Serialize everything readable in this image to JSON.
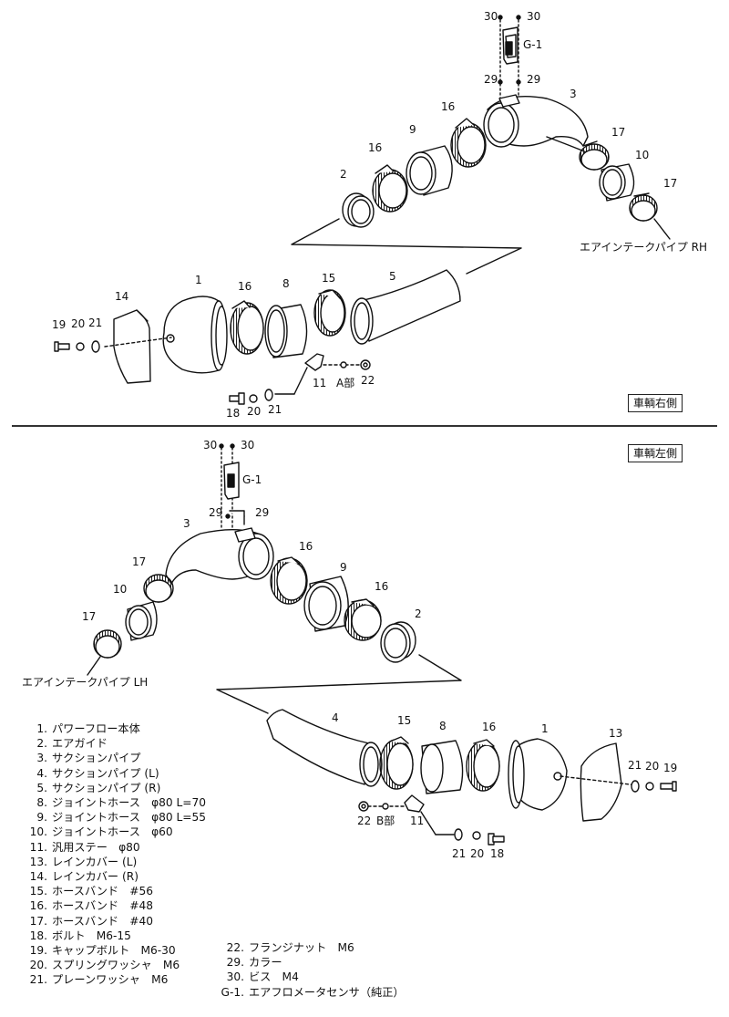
{
  "top_section": {
    "side_label": "車輌右側",
    "pipe_label": "エアインテークパイプ RH",
    "detail_label": "A部",
    "labels": {
      "screw_l": "30",
      "screw_r": "30",
      "sensor": "G-1",
      "collar_l": "29",
      "collar_r": "29",
      "suction": "3",
      "band16a": "16",
      "joint9": "9",
      "band16b": "16",
      "guide": "2",
      "band17a": "17",
      "joint10": "10",
      "band17b": "17",
      "filter": "1",
      "band16c": "16",
      "joint8": "8",
      "band15": "15",
      "suction5": "5",
      "cover": "14",
      "bolt19": "19",
      "washer20": "20",
      "washer21": "21",
      "stay": "11",
      "nut22": "22",
      "bolt18": "18",
      "washer20b": "20",
      "washer21b": "21"
    }
  },
  "bottom_section": {
    "side_label": "車輌左側",
    "pipe_label": "エアインテークパイプ LH",
    "detail_label": "B部",
    "labels": {
      "screw_l": "30",
      "screw_r": "30",
      "sensor": "G-1",
      "collar_l": "29",
      "collar_r": "29",
      "suction": "3",
      "band17a": "17",
      "joint10": "10",
      "band17b": "17",
      "band16a": "16",
      "joint9": "9",
      "band16b": "16",
      "guide": "2",
      "suction4": "4",
      "band15": "15",
      "joint8": "8",
      "band16c": "16",
      "filter": "1",
      "cover": "13",
      "washer21": "21",
      "washer20": "20",
      "bolt19": "19",
      "nut22": "22",
      "stay": "11",
      "washer21b": "21",
      "washer20b": "20",
      "bolt18": "18"
    }
  },
  "parts_list": [
    {
      "num": "1.",
      "name": "パワーフロー本体"
    },
    {
      "num": "2.",
      "name": "エアガイド"
    },
    {
      "num": "3.",
      "name": "サクションパイプ"
    },
    {
      "num": "4.",
      "name": "サクションパイプ (L)"
    },
    {
      "num": "5.",
      "name": "サクションパイプ (R)"
    },
    {
      "num": "8.",
      "name": "ジョイントホース　φ80 L=70"
    },
    {
      "num": "9.",
      "name": "ジョイントホース　φ80 L=55"
    },
    {
      "num": "10.",
      "name": "ジョイントホース　φ60"
    },
    {
      "num": "11.",
      "name": "汎用ステー　φ80"
    },
    {
      "num": "13.",
      "name": "レインカバー (L)"
    },
    {
      "num": "14.",
      "name": "レインカバー (R)"
    },
    {
      "num": "15.",
      "name": "ホースバンド　#56"
    },
    {
      "num": "16.",
      "name": "ホースバンド　#48"
    },
    {
      "num": "17.",
      "name": "ホースバンド　#40"
    },
    {
      "num": "18.",
      "name": "ボルト　M6-15"
    },
    {
      "num": "19.",
      "name": "キャップボルト　M6-30"
    },
    {
      "num": "20.",
      "name": "スプリングワッシャ　M6"
    },
    {
      "num": "21.",
      "name": "プレーンワッシャ　M6"
    }
  ],
  "parts_list_col2": [
    {
      "num": "22.",
      "name": "フランジナット　M6"
    },
    {
      "num": "29.",
      "name": "カラー"
    },
    {
      "num": "30.",
      "name": "ビス　M4"
    },
    {
      "num": "G-1.",
      "name": "エアフロメータセンサ（純正）"
    }
  ]
}
